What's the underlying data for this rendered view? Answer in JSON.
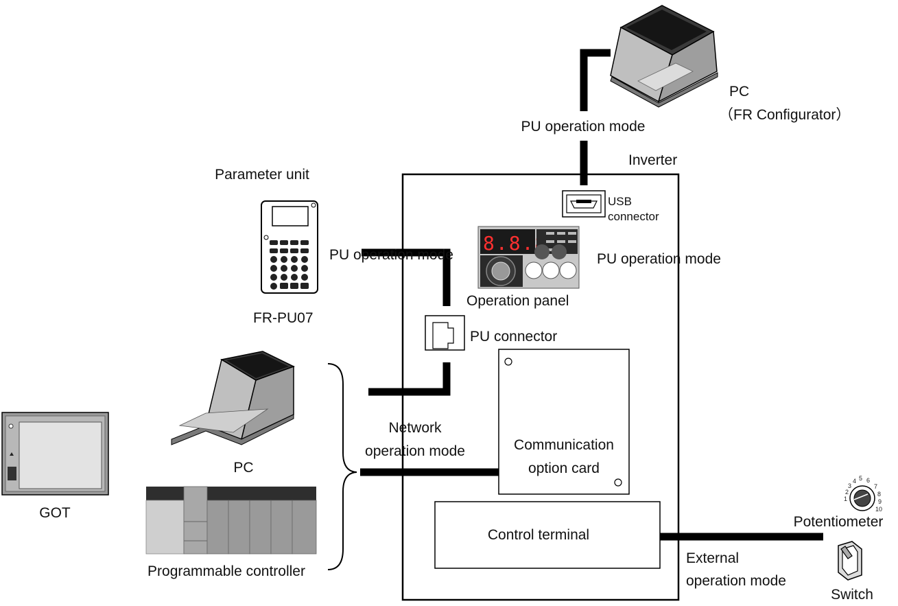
{
  "pc_top": {
    "line1": "PC",
    "line2": "（FR Configurator）"
  },
  "modes": {
    "pu_top": "PU operation mode",
    "pu_left": "PU operation mode",
    "pu_right": "PU operation mode",
    "network_line1": "Network",
    "network_line2": "operation mode",
    "external_line1": "External",
    "external_line2": "operation mode"
  },
  "inverter": {
    "title": "Inverter",
    "usb_line1": "USB",
    "usb_line2": "connector",
    "operation_panel": "Operation panel",
    "pu_connector": "PU connector",
    "comm_card_line1": "Communication",
    "comm_card_line2": "option card",
    "control_terminal": "Control terminal",
    "panel_display": "8.8.8.8"
  },
  "parameter_unit": {
    "title": "Parameter unit",
    "model": "FR-PU07"
  },
  "left_devices": {
    "got": "GOT",
    "pc": "PC",
    "plc": "Programmable controller"
  },
  "right_devices": {
    "potentiometer": "Potentiometer",
    "switch": "Switch",
    "dial_numbers": [
      "1",
      "2",
      "3",
      "4",
      "5",
      "6",
      "7",
      "8",
      "9",
      "10"
    ]
  }
}
